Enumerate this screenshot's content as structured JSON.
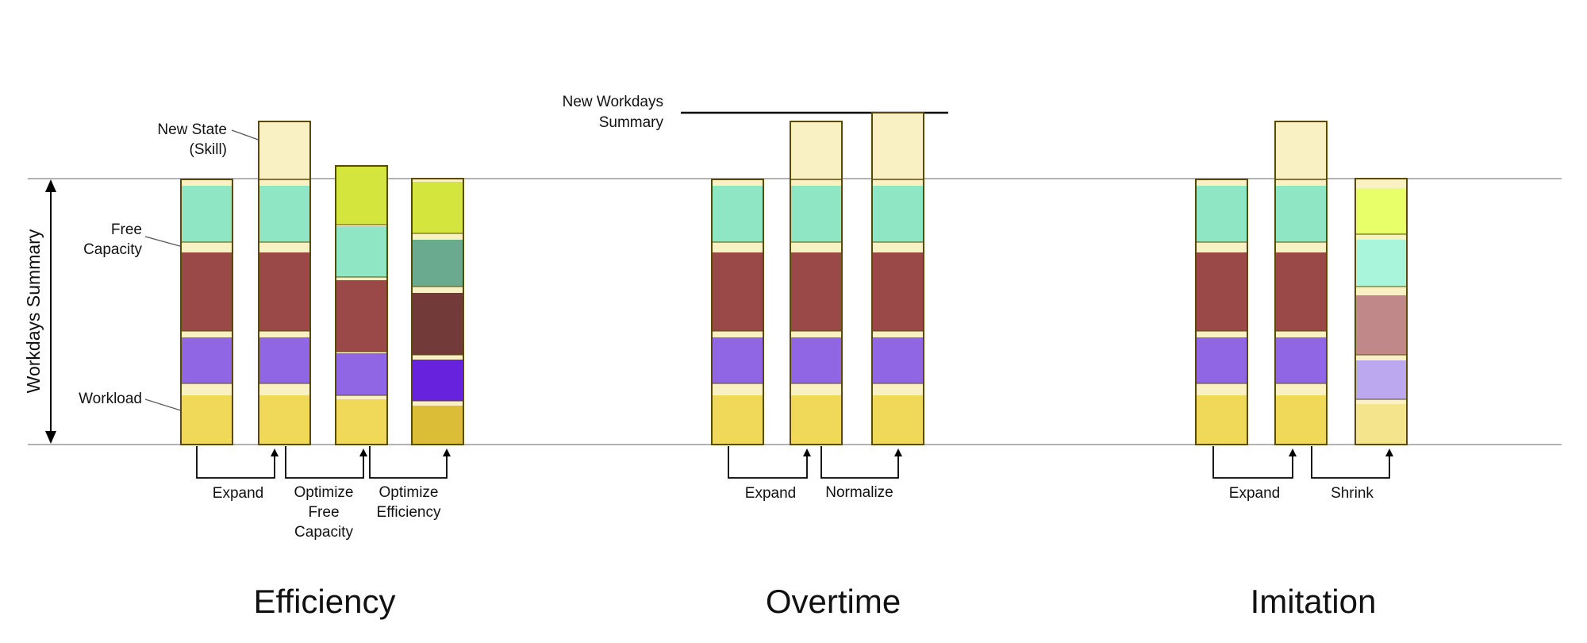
{
  "annotations": {
    "new_state_line1": "New State",
    "new_state_line2": "(Skill)",
    "free_capacity_line1": "Free",
    "free_capacity_line2": "Capacity",
    "workload": "Workload",
    "workdays_summary": "Workdays Summary",
    "new_workdays_summary_line1": "New Workdays",
    "new_workdays_summary_line2": "Summary"
  },
  "operations": {
    "efficiency_expand": "Expand",
    "optimize_free_capacity_line1": "Optimize",
    "optimize_free_capacity_line2": "Free",
    "optimize_free_capacity_line3": "Capacity",
    "optimize_efficiency_line1": "Optimize",
    "optimize_efficiency_line2": "Efficiency",
    "overtime_expand": "Expand",
    "normalize": "Normalize",
    "imitation_expand": "Expand",
    "shrink": "Shrink"
  },
  "groups": {
    "efficiency": "Efficiency",
    "overtime": "Overtime",
    "imitation": "Imitation"
  },
  "colors": {
    "skill": "#d4e63e",
    "free_capacity": "#8fe6c4",
    "task_red": "#9b4848",
    "task_purple": "#9166e4",
    "workload": "#f0d858",
    "separator": "#f9f1c4",
    "outline": "#5a4a0a",
    "axis": "#999999"
  }
}
